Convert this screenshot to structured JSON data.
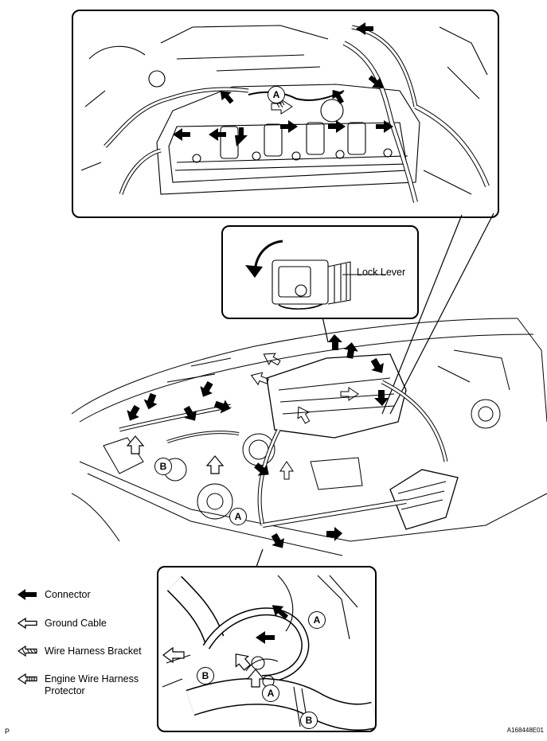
{
  "callouts": {
    "a": "A",
    "b": "B"
  },
  "lock_lever_label": "Lock Lever",
  "legend": {
    "connector": "Connector",
    "ground_cable": "Ground Cable",
    "wire_harness_bracket": "Wire Harness Bracket",
    "engine_wire_harness_protector_line1": "Engine Wire Harness",
    "engine_wire_harness_protector_line2": "Protector"
  },
  "corner_left": "P",
  "figure_code": "A168448E01",
  "icons": {
    "connector": "solid-black-arrow-icon",
    "ground_cable": "outline-arrow-icon",
    "wire_harness_bracket": "hatched-arrow-icon",
    "engine_wire_harness_protector": "striped-arrow-icon"
  }
}
